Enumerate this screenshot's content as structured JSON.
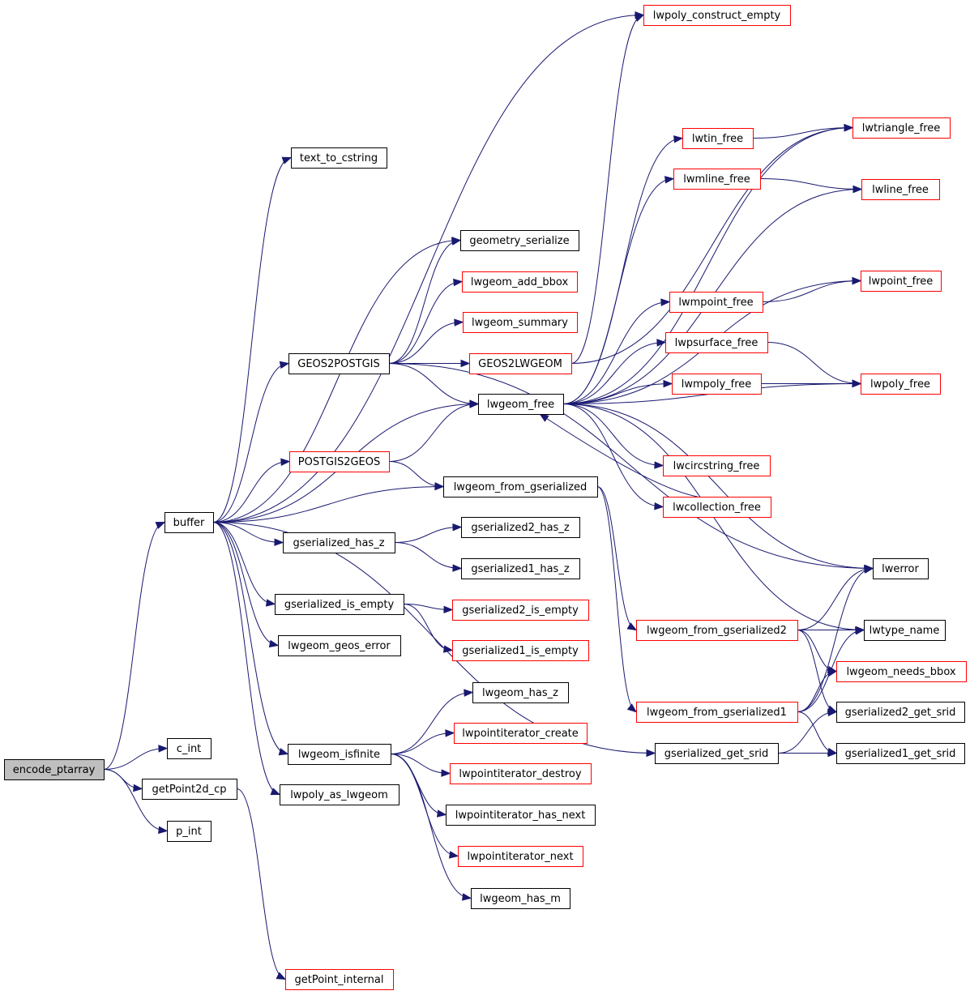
{
  "colors": {
    "edge": "#191970",
    "missing_border": "#ff0000",
    "root_fill": "#bfbfbf"
  },
  "nodes": [
    {
      "id": "encode_ptarray",
      "label": "encode_ptarray",
      "style": "root"
    },
    {
      "id": "buffer",
      "label": "buffer",
      "style": "ok"
    },
    {
      "id": "c_int",
      "label": "c_int",
      "style": "ok"
    },
    {
      "id": "getPoint2d_cp",
      "label": "getPoint2d_cp",
      "style": "ok"
    },
    {
      "id": "p_int",
      "label": "p_int",
      "style": "ok"
    },
    {
      "id": "getPoint_internal",
      "label": "getPoint_internal",
      "style": "red"
    },
    {
      "id": "text_to_cstring",
      "label": "text_to_cstring",
      "style": "ok"
    },
    {
      "id": "geometry_serialize",
      "label": "geometry_serialize",
      "style": "ok"
    },
    {
      "id": "lwgeom_add_bbox",
      "label": "lwgeom_add_bbox",
      "style": "red"
    },
    {
      "id": "lwgeom_summary",
      "label": "lwgeom_summary",
      "style": "red"
    },
    {
      "id": "GEOS2POSTGIS",
      "label": "GEOS2POSTGIS",
      "style": "ok"
    },
    {
      "id": "GEOS2LWGEOM",
      "label": "GEOS2LWGEOM",
      "style": "red"
    },
    {
      "id": "lwgeom_free",
      "label": "lwgeom_free",
      "style": "ok"
    },
    {
      "id": "POSTGIS2GEOS",
      "label": "POSTGIS2GEOS",
      "style": "red"
    },
    {
      "id": "lwgeom_from_gserialized",
      "label": "lwgeom_from_gserialized",
      "style": "ok"
    },
    {
      "id": "gserialized_has_z",
      "label": "gserialized_has_z",
      "style": "ok"
    },
    {
      "id": "gserialized2_has_z",
      "label": "gserialized2_has_z",
      "style": "ok"
    },
    {
      "id": "gserialized1_has_z",
      "label": "gserialized1_has_z",
      "style": "ok"
    },
    {
      "id": "gserialized_is_empty",
      "label": "gserialized_is_empty",
      "style": "ok"
    },
    {
      "id": "gserialized2_is_empty",
      "label": "gserialized2_is_empty",
      "style": "red"
    },
    {
      "id": "gserialized1_is_empty",
      "label": "gserialized1_is_empty",
      "style": "red"
    },
    {
      "id": "lwgeom_geos_error",
      "label": "lwgeom_geos_error",
      "style": "ok"
    },
    {
      "id": "lwgeom_has_z",
      "label": "lwgeom_has_z",
      "style": "ok"
    },
    {
      "id": "lwgeom_isfinite",
      "label": "lwgeom_isfinite",
      "style": "ok"
    },
    {
      "id": "lwpointiterator_create",
      "label": "lwpointiterator_create",
      "style": "red"
    },
    {
      "id": "lwpointiterator_destroy",
      "label": "lwpointiterator_destroy",
      "style": "red"
    },
    {
      "id": "lwpointiterator_has_next",
      "label": "lwpointiterator_has_next",
      "style": "ok"
    },
    {
      "id": "lwpointiterator_next",
      "label": "lwpointiterator_next",
      "style": "red"
    },
    {
      "id": "lwgeom_has_m",
      "label": "lwgeom_has_m",
      "style": "ok"
    },
    {
      "id": "lwpoly_as_lwgeom",
      "label": "lwpoly_as_lwgeom",
      "style": "ok"
    },
    {
      "id": "lwpoly_construct_empty",
      "label": "lwpoly_construct_empty",
      "style": "red"
    },
    {
      "id": "lwtin_free",
      "label": "lwtin_free",
      "style": "red"
    },
    {
      "id": "lwmline_free",
      "label": "lwmline_free",
      "style": "red"
    },
    {
      "id": "lwmpoint_free",
      "label": "lwmpoint_free",
      "style": "red"
    },
    {
      "id": "lwpsurface_free",
      "label": "lwpsurface_free",
      "style": "red"
    },
    {
      "id": "lwmpoly_free",
      "label": "lwmpoly_free",
      "style": "red"
    },
    {
      "id": "lwcircstring_free",
      "label": "lwcircstring_free",
      "style": "red"
    },
    {
      "id": "lwcollection_free",
      "label": "lwcollection_free",
      "style": "red"
    },
    {
      "id": "lwgeom_from_gserialized2",
      "label": "lwgeom_from_gserialized2",
      "style": "red"
    },
    {
      "id": "lwgeom_from_gserialized1",
      "label": "lwgeom_from_gserialized1",
      "style": "red"
    },
    {
      "id": "gserialized_get_srid",
      "label": "gserialized_get_srid",
      "style": "ok"
    },
    {
      "id": "lwtriangle_free",
      "label": "lwtriangle_free",
      "style": "red"
    },
    {
      "id": "lwline_free",
      "label": "lwline_free",
      "style": "red"
    },
    {
      "id": "lwpoint_free",
      "label": "lwpoint_free",
      "style": "red"
    },
    {
      "id": "lwpoly_free",
      "label": "lwpoly_free",
      "style": "red"
    },
    {
      "id": "lwerror",
      "label": "lwerror",
      "style": "ok"
    },
    {
      "id": "lwtype_name",
      "label": "lwtype_name",
      "style": "ok"
    },
    {
      "id": "lwgeom_needs_bbox",
      "label": "lwgeom_needs_bbox",
      "style": "red"
    },
    {
      "id": "gserialized2_get_srid",
      "label": "gserialized2_get_srid",
      "style": "ok"
    },
    {
      "id": "gserialized1_get_srid",
      "label": "gserialized1_get_srid",
      "style": "ok"
    }
  ],
  "edges": [
    [
      "encode_ptarray",
      "buffer"
    ],
    [
      "encode_ptarray",
      "c_int"
    ],
    [
      "encode_ptarray",
      "getPoint2d_cp"
    ],
    [
      "encode_ptarray",
      "p_int"
    ],
    [
      "getPoint2d_cp",
      "getPoint_internal"
    ],
    [
      "buffer",
      "lwpoly_construct_empty"
    ],
    [
      "buffer",
      "text_to_cstring"
    ],
    [
      "buffer",
      "geometry_serialize"
    ],
    [
      "buffer",
      "GEOS2POSTGIS"
    ],
    [
      "buffer",
      "lwgeom_free"
    ],
    [
      "buffer",
      "POSTGIS2GEOS"
    ],
    [
      "buffer",
      "lwgeom_from_gserialized"
    ],
    [
      "buffer",
      "gserialized_has_z"
    ],
    [
      "buffer",
      "gserialized_is_empty"
    ],
    [
      "buffer",
      "lwgeom_geos_error"
    ],
    [
      "buffer",
      "lwgeom_isfinite"
    ],
    [
      "buffer",
      "lwpoly_as_lwgeom"
    ],
    [
      "buffer",
      "gserialized_get_srid"
    ],
    [
      "GEOS2POSTGIS",
      "geometry_serialize"
    ],
    [
      "GEOS2POSTGIS",
      "lwgeom_add_bbox"
    ],
    [
      "GEOS2POSTGIS",
      "lwgeom_summary"
    ],
    [
      "GEOS2POSTGIS",
      "GEOS2LWGEOM"
    ],
    [
      "GEOS2POSTGIS",
      "lwgeom_free"
    ],
    [
      "GEOS2POSTGIS",
      "lwerror"
    ],
    [
      "GEOS2LWGEOM",
      "lwpoly_construct_empty"
    ],
    [
      "GEOS2LWGEOM",
      "lwtriangle_free"
    ],
    [
      "POSTGIS2GEOS",
      "lwgeom_free"
    ],
    [
      "POSTGIS2GEOS",
      "lwgeom_from_gserialized"
    ],
    [
      "lwgeom_free",
      "lwtin_free"
    ],
    [
      "lwgeom_free",
      "lwmline_free"
    ],
    [
      "lwgeom_free",
      "lwline_free"
    ],
    [
      "lwgeom_free",
      "lwpoint_free"
    ],
    [
      "lwgeom_free",
      "lwmpoint_free"
    ],
    [
      "lwgeom_free",
      "lwpsurface_free"
    ],
    [
      "lwgeom_free",
      "lwmpoly_free"
    ],
    [
      "lwgeom_free",
      "lwpoly_free"
    ],
    [
      "lwgeom_free",
      "lwcircstring_free"
    ],
    [
      "lwgeom_free",
      "lwcollection_free"
    ],
    [
      "lwgeom_free",
      "lwtriangle_free"
    ],
    [
      "lwgeom_free",
      "lwtype_name"
    ],
    [
      "lwgeom_free",
      "lwerror"
    ],
    [
      "lwtin_free",
      "lwtriangle_free"
    ],
    [
      "lwmline_free",
      "lwline_free"
    ],
    [
      "lwmpoint_free",
      "lwpoint_free"
    ],
    [
      "lwpsurface_free",
      "lwpoly_free"
    ],
    [
      "lwmpoly_free",
      "lwpoly_free"
    ],
    [
      "lwcollection_free",
      "lwgeom_free"
    ],
    [
      "lwgeom_from_gserialized",
      "lwgeom_from_gserialized2"
    ],
    [
      "lwgeom_from_gserialized",
      "lwgeom_from_gserialized1"
    ],
    [
      "lwgeom_from_gserialized2",
      "lwerror"
    ],
    [
      "lwgeom_from_gserialized2",
      "lwtype_name"
    ],
    [
      "lwgeom_from_gserialized2",
      "lwgeom_needs_bbox"
    ],
    [
      "lwgeom_from_gserialized2",
      "gserialized2_get_srid"
    ],
    [
      "lwgeom_from_gserialized1",
      "lwerror"
    ],
    [
      "lwgeom_from_gserialized1",
      "lwtype_name"
    ],
    [
      "lwgeom_from_gserialized1",
      "lwgeom_needs_bbox"
    ],
    [
      "lwgeom_from_gserialized1",
      "gserialized1_get_srid"
    ],
    [
      "gserialized_get_srid",
      "gserialized2_get_srid"
    ],
    [
      "gserialized_get_srid",
      "gserialized1_get_srid"
    ],
    [
      "gserialized_has_z",
      "gserialized2_has_z"
    ],
    [
      "gserialized_has_z",
      "gserialized1_has_z"
    ],
    [
      "gserialized_is_empty",
      "gserialized2_is_empty"
    ],
    [
      "gserialized_is_empty",
      "gserialized1_is_empty"
    ],
    [
      "lwgeom_isfinite",
      "lwgeom_has_z"
    ],
    [
      "lwgeom_isfinite",
      "lwpointiterator_create"
    ],
    [
      "lwgeom_isfinite",
      "lwpointiterator_destroy"
    ],
    [
      "lwgeom_isfinite",
      "lwpointiterator_has_next"
    ],
    [
      "lwgeom_isfinite",
      "lwpointiterator_next"
    ],
    [
      "lwgeom_isfinite",
      "lwgeom_has_m"
    ]
  ]
}
